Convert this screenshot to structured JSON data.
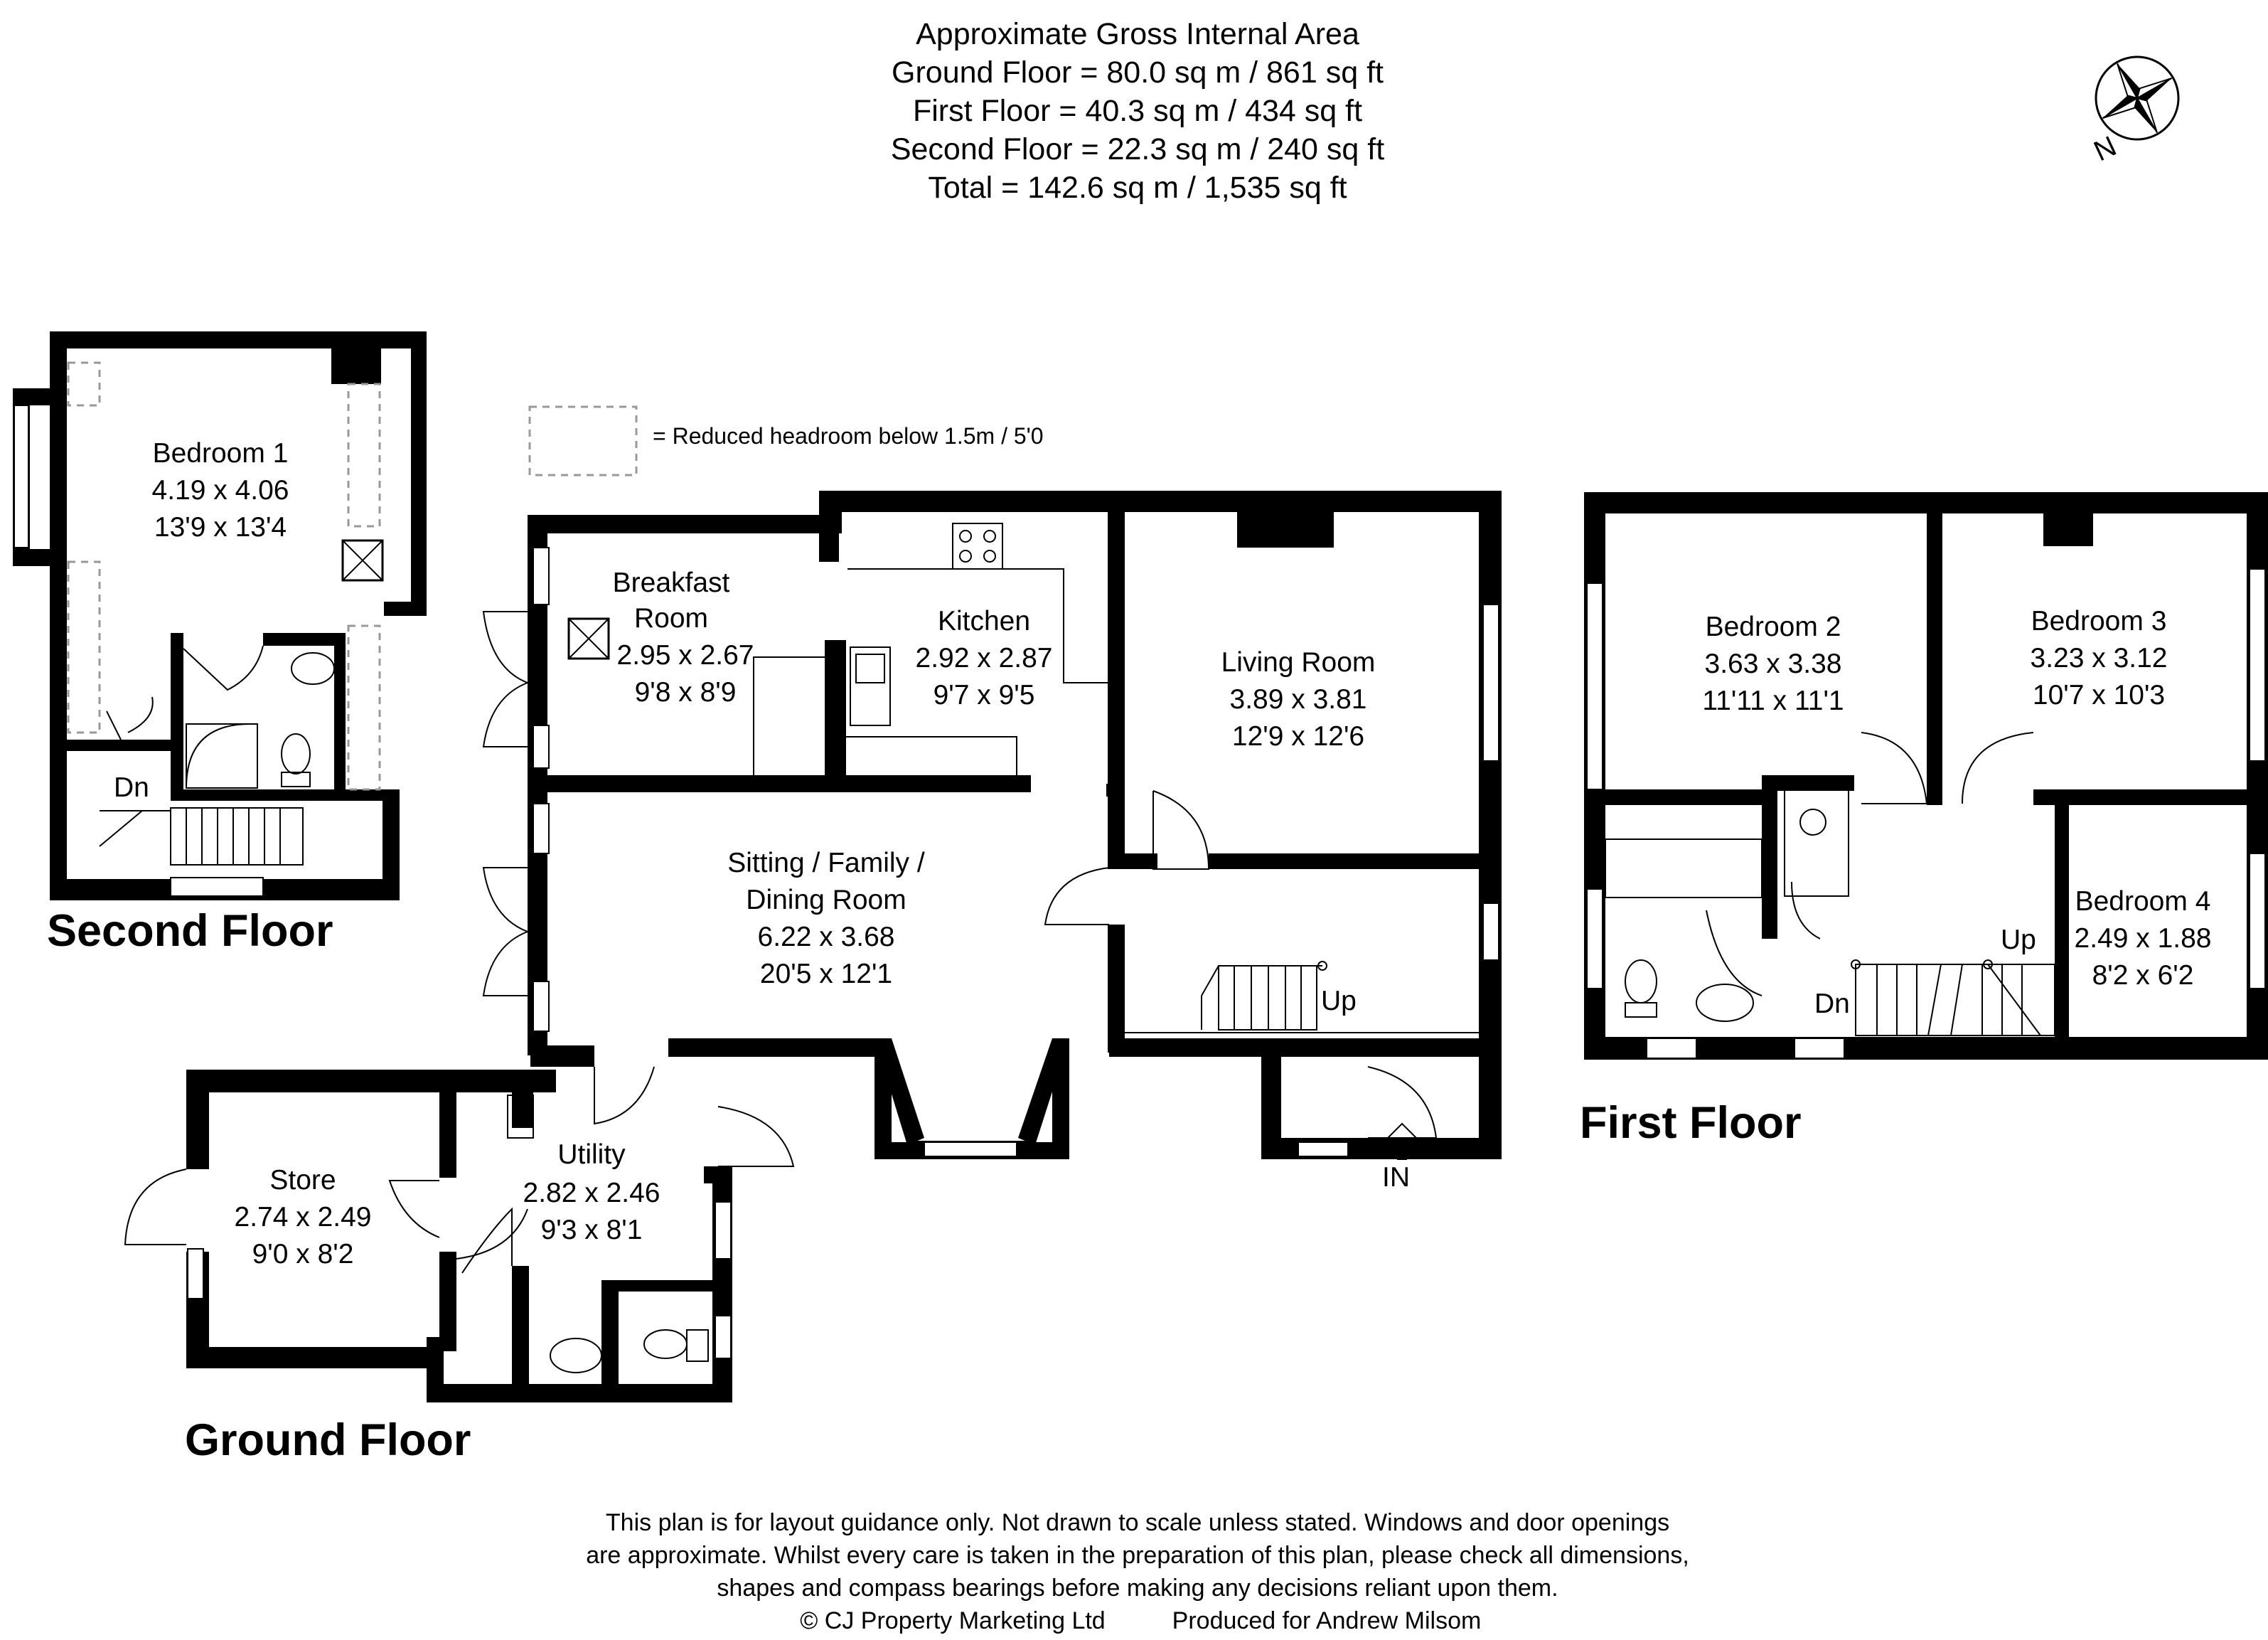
{
  "area_summary": {
    "heading": "Approximate Gross Internal Area",
    "lines": [
      "Ground Floor = 80.0 sq m / 861 sq ft",
      "First Floor = 40.3 sq m / 434 sq ft",
      "Second Floor = 22.3 sq m / 240 sq ft",
      "Total = 142.6 sq m / 1,535 sq ft"
    ]
  },
  "compass": {
    "label": "N",
    "icon": "compass-rose-icon"
  },
  "legend": {
    "text": "= Reduced headroom below 1.5m / 5'0"
  },
  "floors": {
    "second": {
      "title": "Second Floor"
    },
    "ground": {
      "title": "Ground Floor"
    },
    "first": {
      "title": "First Floor"
    }
  },
  "rooms": {
    "bedroom1": {
      "name": "Bedroom 1",
      "metric": "4.19 x 4.06",
      "imperial": "13'9 x 13'4"
    },
    "breakfast": {
      "name_line1": "Breakfast",
      "name_line2": "Room",
      "metric": "2.95 x 2.67",
      "imperial": "9'8 x 8'9"
    },
    "kitchen": {
      "name": "Kitchen",
      "metric": "2.92 x 2.87",
      "imperial": "9'7 x 9'5"
    },
    "living": {
      "name": "Living Room",
      "metric": "3.89 x 3.81",
      "imperial": "12'9 x 12'6"
    },
    "sitting": {
      "name_line1": "Sitting / Family /",
      "name_line2": "Dining Room",
      "metric": "6.22 x 3.68",
      "imperial": "20'5 x 12'1"
    },
    "store": {
      "name": "Store",
      "metric": "2.74 x 2.49",
      "imperial": "9'0 x 8'2"
    },
    "utility": {
      "name": "Utility",
      "metric": "2.82 x 2.46",
      "imperial": "9'3 x 8'1"
    },
    "bedroom2": {
      "name": "Bedroom 2",
      "metric": "3.63 x 3.38",
      "imperial": "11'11 x 11'1"
    },
    "bedroom3": {
      "name": "Bedroom 3",
      "metric": "3.23 x 3.12",
      "imperial": "10'7 x 10'3"
    },
    "bedroom4": {
      "name": "Bedroom 4",
      "metric": "2.49 x 1.88",
      "imperial": "8'2 x 6'2"
    }
  },
  "stair_labels": {
    "second_dn": "Dn",
    "ground_up": "Up",
    "first_up": "Up",
    "first_dn": "Dn",
    "entrance": "IN"
  },
  "disclaimer": {
    "lines": [
      "This plan is for layout guidance only. Not drawn to scale unless stated. Windows and door openings",
      "are approximate. Whilst every care is taken in the preparation of this plan, please check all dimensions,",
      "shapes and compass bearings before making any decisions reliant upon them."
    ],
    "copyright": "© CJ Property Marketing Ltd",
    "produced_for": "Produced for Andrew Milsom"
  }
}
